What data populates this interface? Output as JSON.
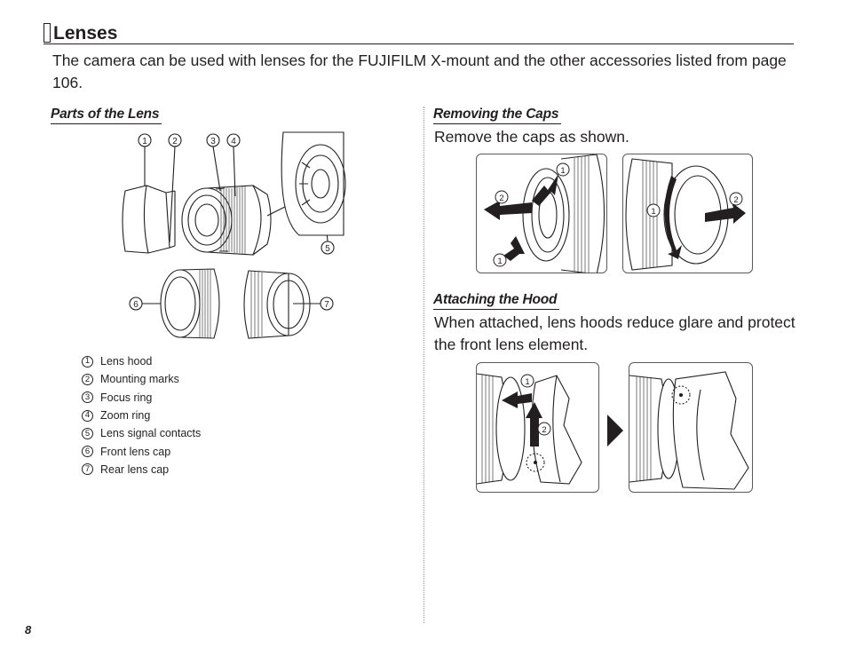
{
  "header": {
    "title": "Lenses"
  },
  "intro": "The camera can be used with lenses for the FUJIFILM X-mount and the other accessories listed from page 106.",
  "parts_section": {
    "heading": "Parts of the Lens",
    "callouts": [
      "1",
      "2",
      "3",
      "4",
      "5",
      "6",
      "7"
    ],
    "items": [
      {
        "num": "1",
        "label": "Lens hood"
      },
      {
        "num": "2",
        "label": "Mounting marks"
      },
      {
        "num": "3",
        "label": "Focus ring"
      },
      {
        "num": "4",
        "label": "Zoom ring"
      },
      {
        "num": "5",
        "label": "Lens signal contacts"
      },
      {
        "num": "6",
        "label": "Front lens cap"
      },
      {
        "num": "7",
        "label": "Rear lens cap"
      }
    ]
  },
  "caps_section": {
    "heading": "Removing the Caps",
    "text": "Remove the caps as shown."
  },
  "hood_section": {
    "heading": "Attaching the Hood",
    "text": "When attached, lens hoods reduce glare and protect the front lens element."
  },
  "page_number": "8"
}
